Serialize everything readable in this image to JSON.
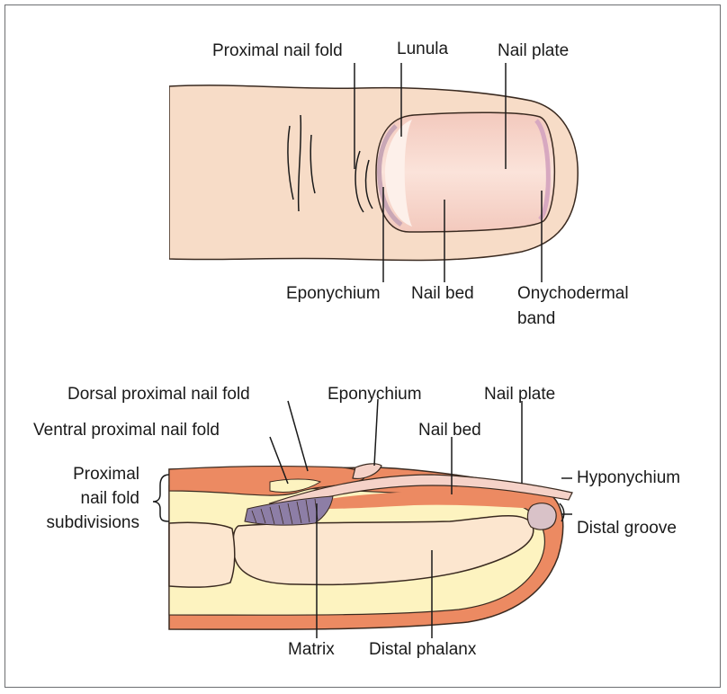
{
  "top_diagram": {
    "labels": {
      "proximal_nail_fold": "Proximal nail fold",
      "lunula": "Lunula",
      "nail_plate": "Nail plate",
      "eponychium": "Eponychium",
      "nail_bed": "Nail bed",
      "onychodermal_band_line1": "Onychodermal",
      "onychodermal_band_line2": "band"
    }
  },
  "bottom_diagram": {
    "labels": {
      "dorsal_proximal_nail_fold": "Dorsal proximal nail fold",
      "eponychium": "Eponychium",
      "nail_plate": "Nail plate",
      "ventral_proximal_nail_fold": "Ventral proximal nail fold",
      "nail_bed": "Nail bed",
      "proximal_line1": "Proximal",
      "proximal_line2": "nail fold",
      "proximal_line3": "subdivisions",
      "hyponychium": "Hyponychium",
      "distal_groove": "Distal groove",
      "matrix": "Matrix",
      "distal_phalanx": "Distal phalanx"
    }
  },
  "colors": {
    "skin": "#f7dcc7",
    "skin_outline": "#3a2a20",
    "nail_plate": "#f5d2c8",
    "lunula": "#fdf0ea",
    "tissue_red": "#ec8a62",
    "fat_yellow": "#fdf3c0",
    "bone": "#fce6cf",
    "matrix_purple": "#8d7ea6",
    "border": "#6d6e71"
  }
}
